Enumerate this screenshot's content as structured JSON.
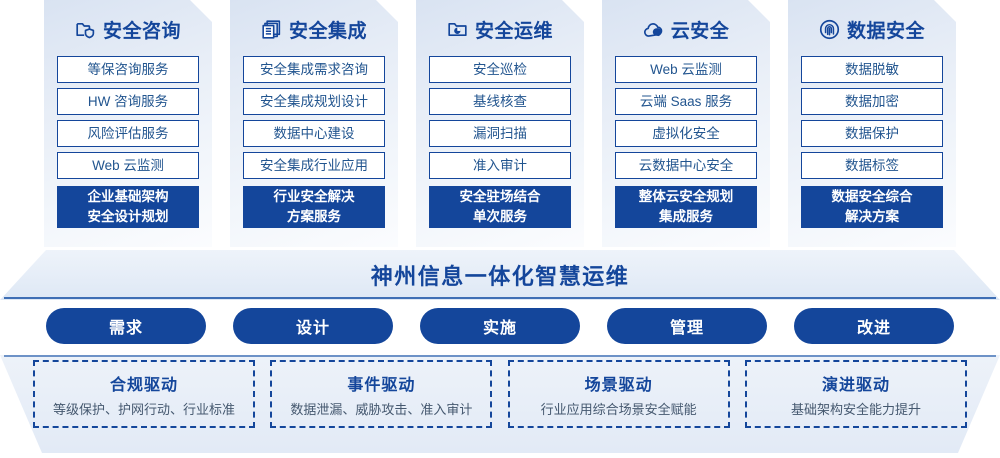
{
  "pillars": [
    {
      "icon": "folder-shield-icon",
      "title": "安全咨询",
      "items": [
        "等保咨询服务",
        "HW 咨询服务",
        "风险评估服务",
        "Web 云监测"
      ],
      "summary_line1": "企业基础架构",
      "summary_line2": "安全设计规划"
    },
    {
      "icon": "stacked-documents-icon",
      "title": "安全集成",
      "items": [
        "安全集成需求咨询",
        "安全集成规划设计",
        "数据中心建设",
        "安全集成行业应用"
      ],
      "summary_line1": "行业安全解决",
      "summary_line2": "方案服务"
    },
    {
      "icon": "folder-chart-icon",
      "title": "安全运维",
      "items": [
        "安全巡检",
        "基线核查",
        "漏洞扫描",
        "准入审计"
      ],
      "summary_line1": "安全驻场结合",
      "summary_line2": "单次服务"
    },
    {
      "icon": "cloud-icon",
      "title": "云安全",
      "items": [
        "Web 云监测",
        "云端 Saas 服务",
        "虚拟化安全",
        "云数据中心安全"
      ],
      "summary_line1": "整体云安全规划",
      "summary_line2": "集成服务"
    },
    {
      "icon": "fingerprint-icon",
      "title": "数据安全",
      "items": [
        "数据脱敏",
        "数据加密",
        "数据保护",
        "数据标签"
      ],
      "summary_line1": "数据安全综合",
      "summary_line2": "解决方案"
    }
  ],
  "banner": {
    "text": "神州信息一体化智慧运维"
  },
  "pills": [
    {
      "label": "需求"
    },
    {
      "label": "设计"
    },
    {
      "label": "实施"
    },
    {
      "label": "管理"
    },
    {
      "label": "改进"
    }
  ],
  "drivers": [
    {
      "title": "合规驱动",
      "desc": "等级保护、护网行动、行业标准"
    },
    {
      "title": "事件驱动",
      "desc": "数据泄漏、威胁攻击、准入审计"
    },
    {
      "title": "场景驱动",
      "desc": "行业应用综合场景安全赋能"
    },
    {
      "title": "演进驱动",
      "desc": "基础架构安全能力提升"
    }
  ],
  "colors": {
    "brand_blue": "#14469b",
    "card_gradient_start": "#d9e3f2",
    "card_gradient_end": "#fbfcfe",
    "item_text": "#22558f",
    "driver_desc_text": "#45586f"
  }
}
